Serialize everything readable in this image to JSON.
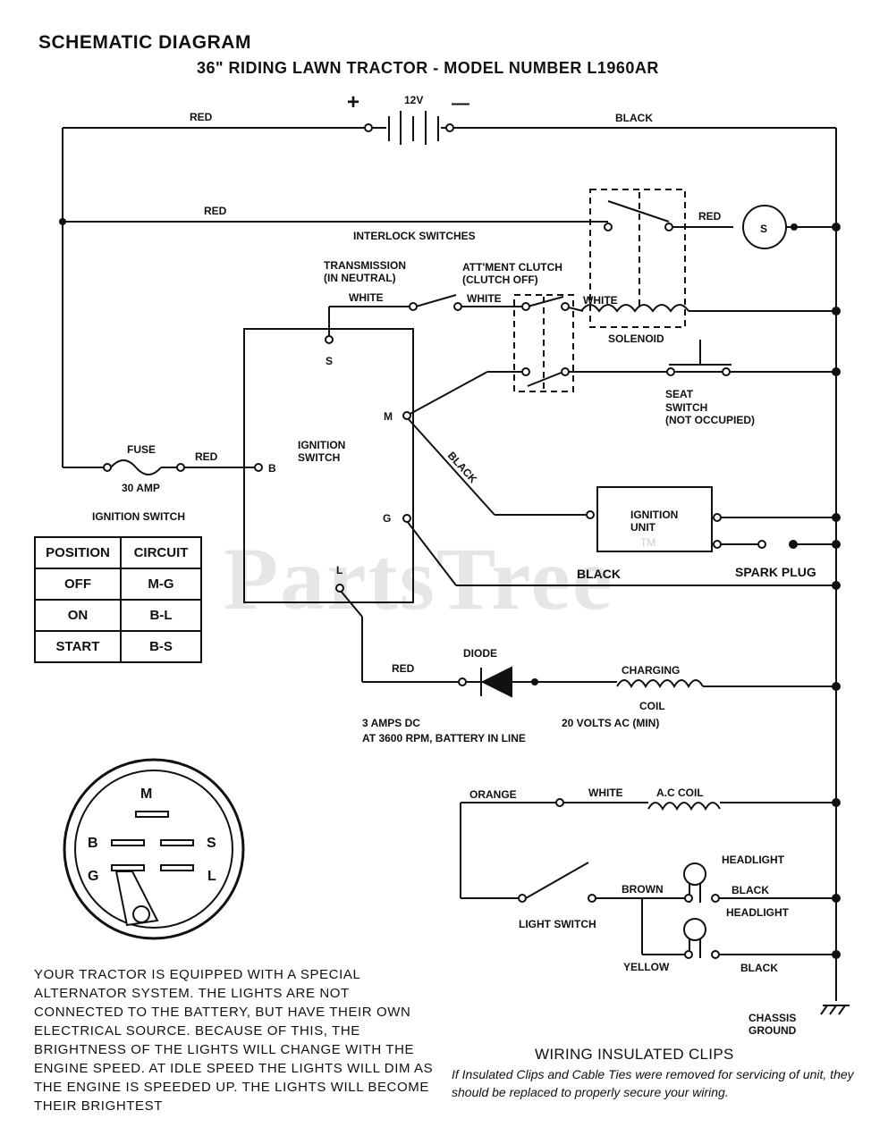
{
  "header": {
    "title": "SCHEMATIC DIAGRAM",
    "subtitle": "36\" RIDING LAWN TRACTOR - MODEL NUMBER L1960AR"
  },
  "labels": {
    "battery_plus": "+",
    "battery_minus": "—",
    "battery_voltage": "12V",
    "red_top": "RED",
    "black_top": "BLACK",
    "red_interlock": "RED",
    "interlock_switches": "INTERLOCK SWITCHES",
    "red_starter": "RED",
    "starter_s": "S",
    "transmission": "TRANSMISSION",
    "transmission_sub": "(IN NEUTRAL)",
    "attment_clutch": "ATT'MENT CLUTCH",
    "attment_clutch_sub": "(CLUTCH OFF)",
    "white_1": "WHITE",
    "white_2": "WHITE",
    "white_3": "WHITE",
    "solenoid": "SOLENOID",
    "seat_switch": "SEAT",
    "seat_switch_2": "SWITCH",
    "seat_switch_sub": "(NOT OCCUPIED)",
    "fuse": "FUSE",
    "fuse_amp": "30 AMP",
    "red_fuse": "RED",
    "terminal_b": "B",
    "terminal_s": "S",
    "terminal_m": "M",
    "terminal_g": "G",
    "terminal_l": "L",
    "ignition_switch_box": "IGNITION",
    "ignition_switch_box_2": "SWITCH",
    "black_diag": "BLACK",
    "ignition_unit": "IGNITION",
    "ignition_unit_2": "UNIT",
    "ignition_unit_tm": "TM",
    "black_ground": "BLACK",
    "spark_plug": "SPARK PLUG",
    "diode": "DIODE",
    "red_diode": "RED",
    "charging": "CHARGING",
    "coil": "COIL",
    "amps_dc": "3 AMPS DC",
    "amps_dc_2": "AT 3600 RPM, BATTERY IN LINE",
    "volts_ac": "20 VOLTS AC (MIN)",
    "orange": "ORANGE",
    "white_ac": "WHITE",
    "ac_coil": "A.C COIL",
    "headlight_1": "HEADLIGHT",
    "brown": "BROWN",
    "black_hl1": "BLACK",
    "headlight_2": "HEADLIGHT",
    "light_switch": "LIGHT SWITCH",
    "yellow": "YELLOW",
    "black_hl2": "BLACK",
    "chassis": "CHASSIS",
    "ground": "GROUND",
    "ignition_switch_title": "IGNITION SWITCH",
    "dial_m": "M",
    "dial_b": "B",
    "dial_s": "S",
    "dial_g": "G",
    "dial_l": "L"
  },
  "position_table": {
    "headers": [
      "POSITION",
      "CIRCUIT"
    ],
    "rows": [
      [
        "OFF",
        "M-G"
      ],
      [
        "ON",
        "B-L"
      ],
      [
        "START",
        "B-S"
      ]
    ]
  },
  "alternator_note": "YOUR TRACTOR IS EQUIPPED WITH A SPECIAL ALTERNATOR SYSTEM. THE LIGHTS ARE NOT CONNECTED TO THE BATTERY, BUT HAVE THEIR OWN ELECTRICAL SOURCE. BECAUSE OF THIS, THE BRIGHTNESS OF THE LIGHTS WILL CHANGE WITH THE ENGINE SPEED. AT IDLE SPEED THE LIGHTS WILL DIM AS THE ENGINE IS SPEEDED UP. THE LIGHTS WILL BECOME THEIR BRIGHTEST",
  "clips_note": {
    "title": "WIRING INSULATED CLIPS",
    "body": "If Insulated Clips and Cable Ties were removed for servicing of unit, they should be replaced to properly secure your wiring."
  },
  "watermark": "PartsTree"
}
